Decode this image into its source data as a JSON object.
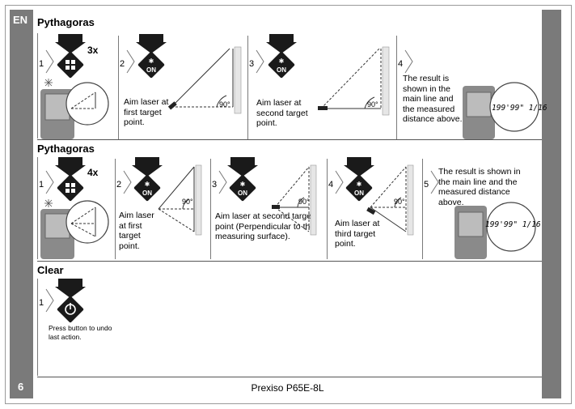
{
  "header": {
    "language": "EN",
    "page_number": "6"
  },
  "footer": {
    "model": "Prexiso P65E-8L"
  },
  "section1": {
    "title": "Pythagoras",
    "multiplier": "3x",
    "steps": [
      {
        "num": "1"
      },
      {
        "num": "2",
        "key_label": "ON",
        "text": "Aim laser at first target point.",
        "angle": "90°"
      },
      {
        "num": "3",
        "key_label": "ON",
        "text": "Aim laser at second target point.",
        "angle": "90°"
      },
      {
        "num": "4",
        "text": "The result is shown in the main line and the measured distance above.",
        "display_value": "199'99\" 1/16"
      }
    ]
  },
  "section2": {
    "title": "Pythagoras",
    "multiplier": "4x",
    "steps": [
      {
        "num": "1"
      },
      {
        "num": "2",
        "key_label": "ON",
        "text": "Aim laser at first target point.",
        "angle": "90°"
      },
      {
        "num": "3",
        "key_label": "ON",
        "text": "Aim laser at second target point (Perpendicular to the measuring surface).",
        "angle": "90°"
      },
      {
        "num": "4",
        "key_label": "ON",
        "text": "Aim laser at third target point.",
        "angle": "90°"
      },
      {
        "num": "5",
        "text": "The result is shown in the main line and the measured distance above.",
        "display_value": "199'99\" 1/16"
      }
    ]
  },
  "section3": {
    "title": "Clear",
    "steps": [
      {
        "num": "1",
        "text": "Press button to undo last action."
      }
    ]
  },
  "colors": {
    "sidebar": "#7a7a7a",
    "key": "#1a1a1a",
    "device": "#8a8a8a"
  }
}
